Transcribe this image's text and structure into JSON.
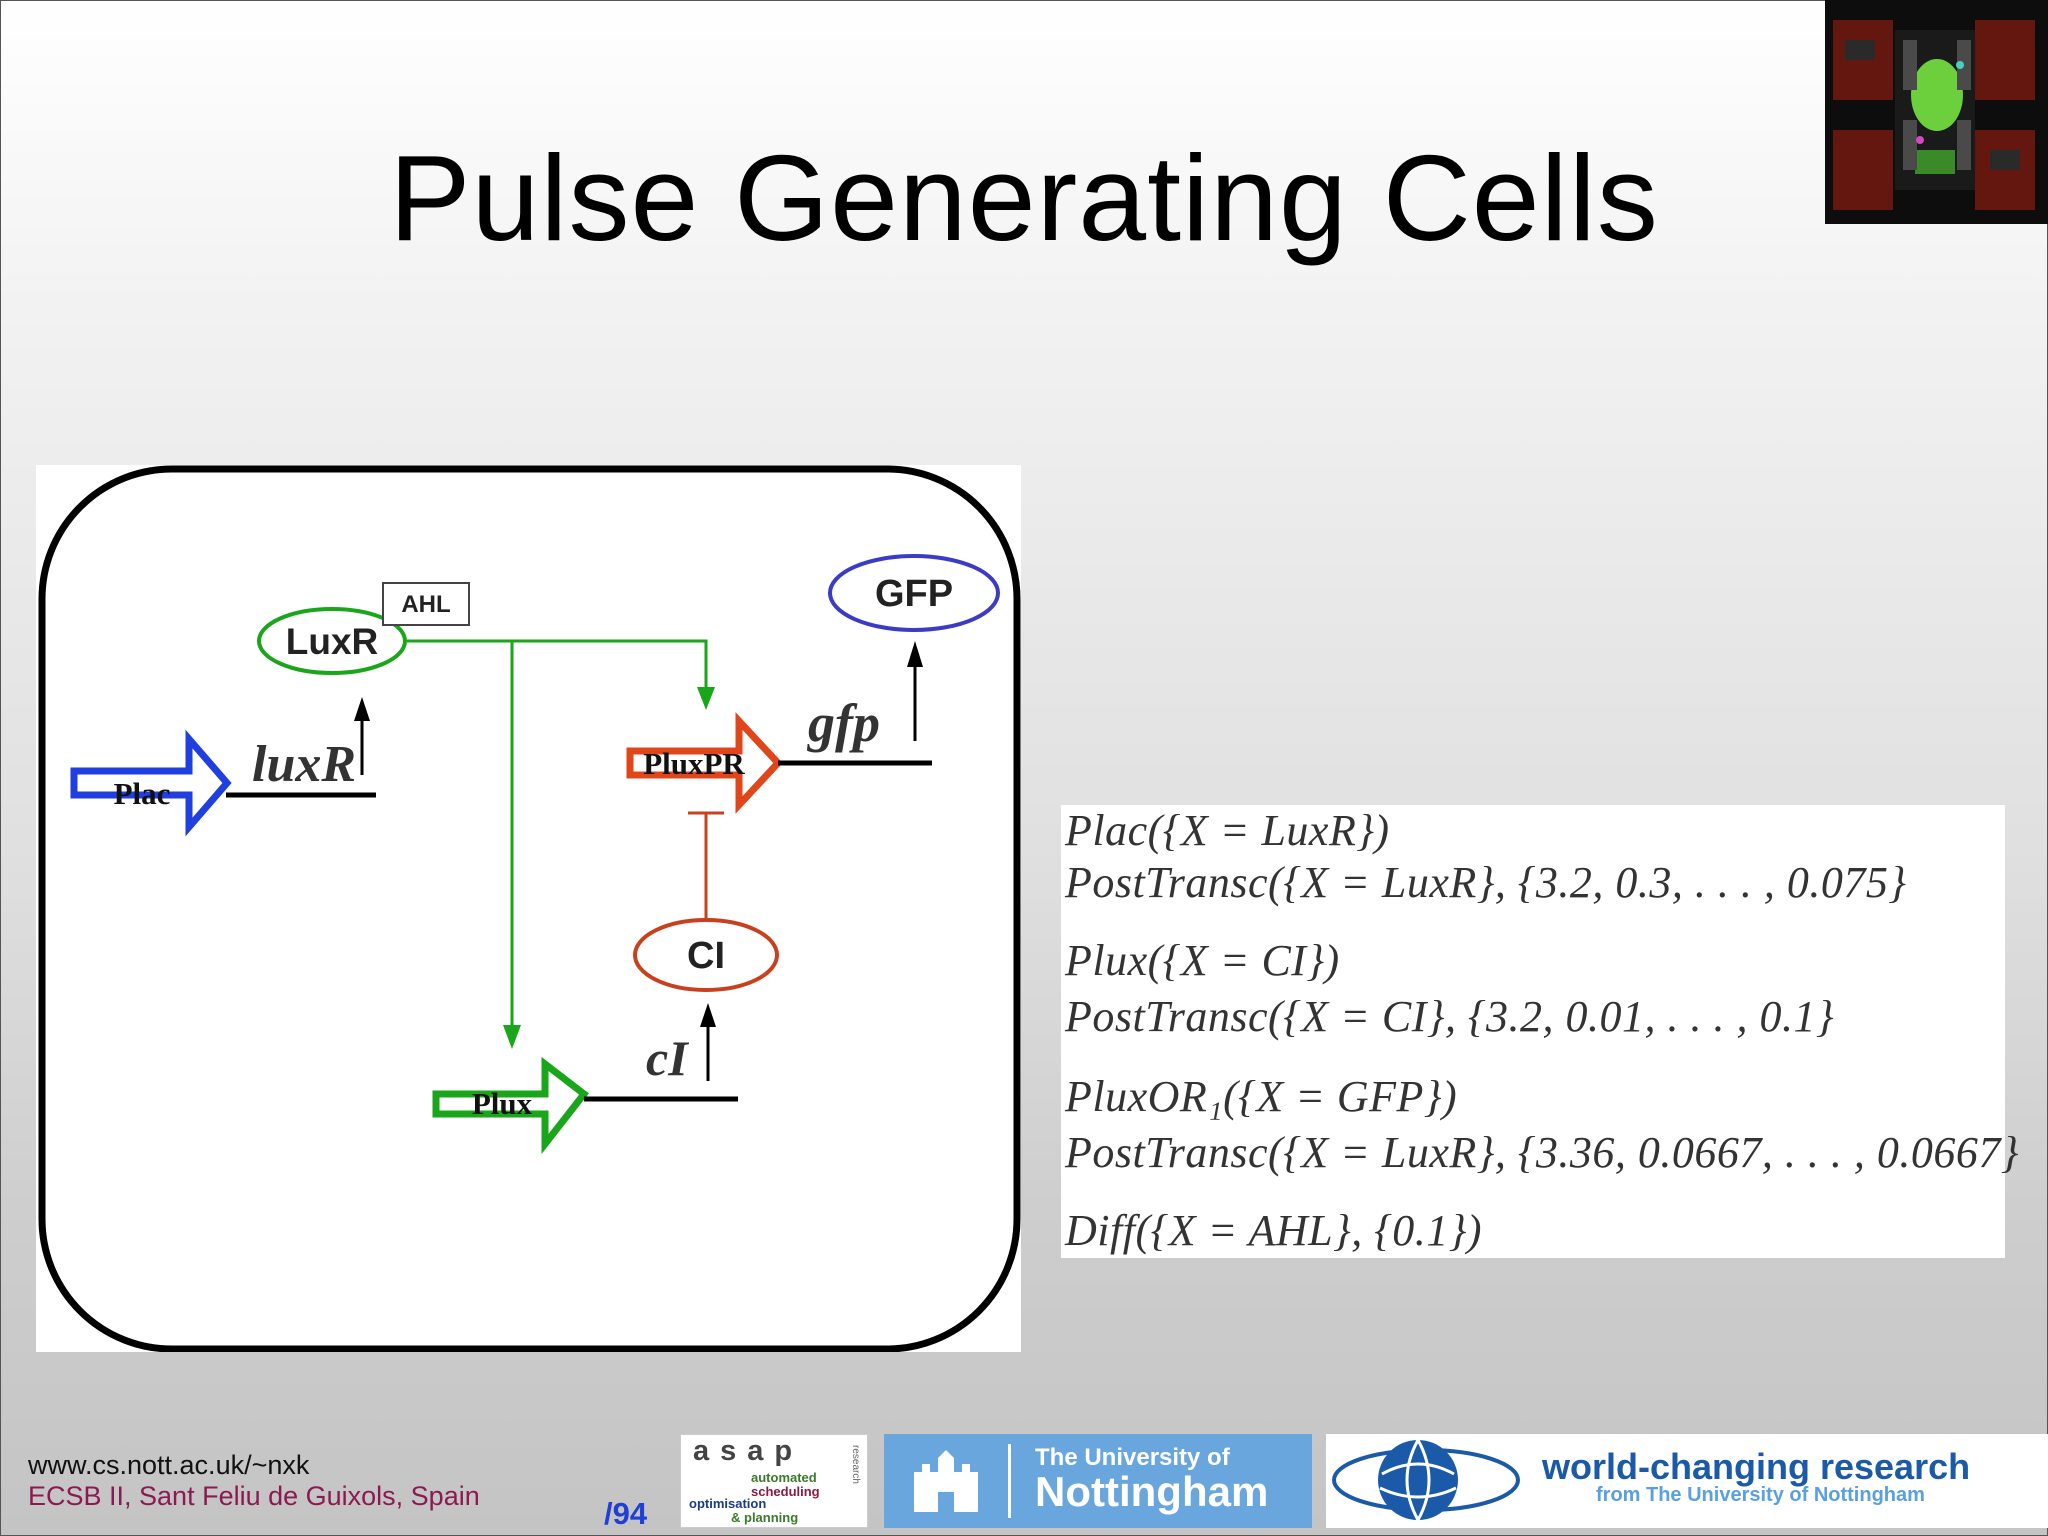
{
  "slide": {
    "title": "Pulse Generating Cells",
    "footer_url": "www.cs.nott.ac.uk/~nxk",
    "footer_conference": "ECSB II, Sant Feliu de Guixols, Spain",
    "page_number": "/94"
  },
  "diagram": {
    "luxr_protein": "LuxR",
    "ahl": "AHL",
    "gfp_protein": "GFP",
    "ci_protein": "CI",
    "plac": "Plac",
    "luxr_gene": "luxR",
    "pluxpr": "PluxPR",
    "gfp_gene": "gfp",
    "plux": "Plux",
    "ci_gene": "cI",
    "colors": {
      "green": "#1aa61a",
      "blue": "#1f3fe0",
      "orange": "#e0461a",
      "ci_red": "#c8401e",
      "gfp_blue": "#3b3bc8"
    }
  },
  "equations": [
    "Plac({X = LuxR})",
    "PostTransc({X = LuxR}, {3.2, 0.3, . . . , 0.075}",
    "Plux({X = CI})",
    "PostTransc({X = CI}, {3.2, 0.01, . . . , 0.1}",
    "PluxOR₁({X = GFP})",
    "PostTransc({X = LuxR}, {3.36, 0.0667, . . . , 0.0667}",
    "Diff({X = AHL}, {0.1})"
  ],
  "logos": {
    "asap_brand": "asap",
    "asap_line1": "automated",
    "asap_line2": "scheduling",
    "asap_line3": "optimisation",
    "asap_line4": "& planning",
    "asap_side": "research",
    "uon_line1": "The University of",
    "uon_line2": "Nottingham",
    "wcr_line1": "world-changing research",
    "wcr_line2": "from The University of Nottingham"
  }
}
